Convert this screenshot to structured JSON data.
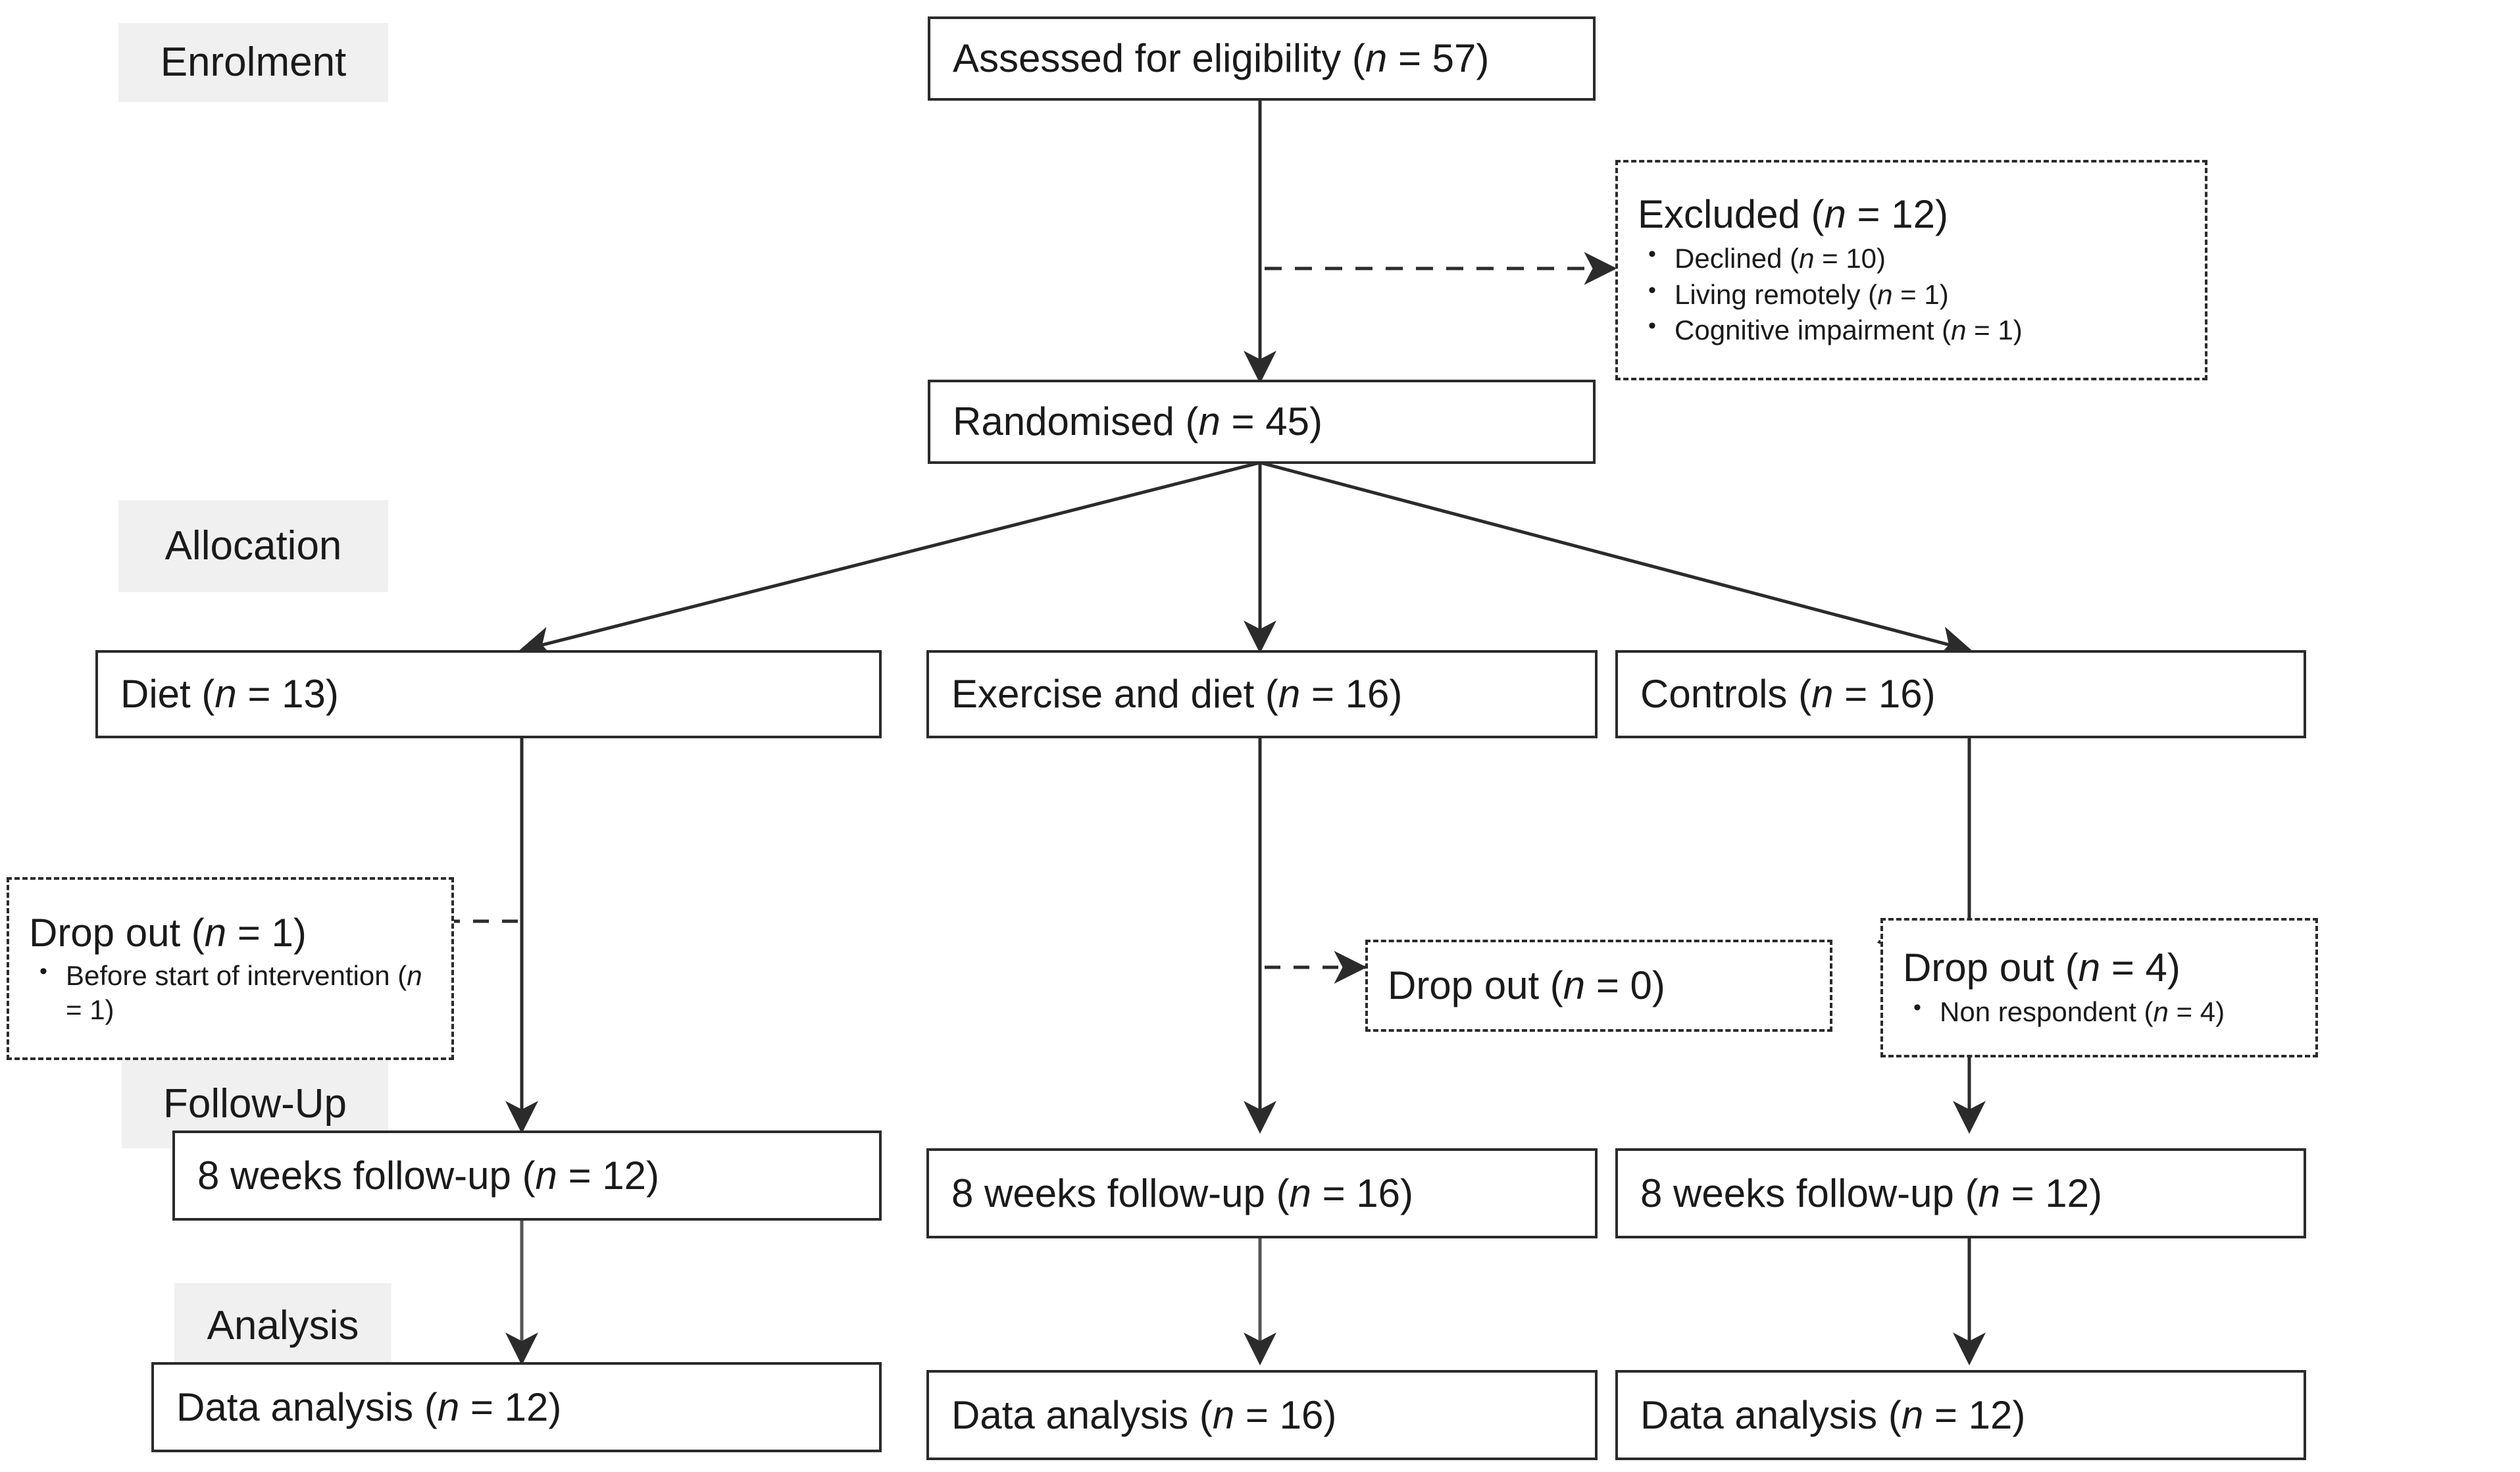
{
  "stages": {
    "enrolment": "Enrolment",
    "allocation": "Allocation",
    "followup": "Follow-Up",
    "analysis": "Analysis"
  },
  "nodes": {
    "assessed": "Assessed for eligibility (n = 57)",
    "randomised": "Randomised (n = 45)",
    "arm_diet": "Diet (n = 13)",
    "arm_exercise_diet": "Exercise and diet (n = 16)",
    "arm_controls": "Controls (n = 16)",
    "followup_diet": "8 weeks follow-up (n = 12)",
    "followup_exercise_diet": "8 weeks follow-up (n = 16)",
    "followup_controls": "8 weeks follow-up (n = 12)",
    "analysis_diet": "Data analysis (n = 12)",
    "analysis_exercise_diet": "Data analysis (n = 16)",
    "analysis_controls": "Data analysis (n = 12)"
  },
  "excluded": {
    "header": "Excluded (n = 12)",
    "reasons": [
      "Declined (n = 10)",
      "Living remotely (n = 1)",
      "Cognitive impairment (n = 1)"
    ]
  },
  "dropouts": {
    "diet": {
      "header": "Drop out (n = 1)",
      "reasons": [
        "Before start of intervention (n = 1)"
      ]
    },
    "exercise_diet": {
      "header": "Drop out (n = 0)",
      "reasons": []
    },
    "controls": {
      "header": "Drop out (n = 4)",
      "reasons": [
        "Non respondent (n = 4)"
      ]
    }
  },
  "chart_data": {
    "type": "diagram",
    "title": "CONSORT participant flow diagram",
    "stages": [
      "Enrolment",
      "Allocation",
      "Follow-Up",
      "Analysis"
    ],
    "assessed_for_eligibility": 57,
    "excluded_total": 12,
    "excluded_breakdown": [
      {
        "reason": "Declined",
        "n": 10
      },
      {
        "reason": "Living remotely",
        "n": 1
      },
      {
        "reason": "Cognitive impairment",
        "n": 1
      }
    ],
    "randomised": 45,
    "arms": [
      {
        "name": "Diet",
        "allocated": 13,
        "dropout_total": 1,
        "dropout_reasons": [
          {
            "reason": "Before start of intervention",
            "n": 1
          }
        ],
        "followup_8weeks": 12,
        "analysed": 12
      },
      {
        "name": "Exercise and diet",
        "allocated": 16,
        "dropout_total": 0,
        "dropout_reasons": [],
        "followup_8weeks": 16,
        "analysed": 16
      },
      {
        "name": "Controls",
        "allocated": 16,
        "dropout_total": 4,
        "dropout_reasons": [
          {
            "reason": "Non respondent",
            "n": 4
          }
        ],
        "followup_8weeks": 12,
        "analysed": 12
      }
    ]
  }
}
